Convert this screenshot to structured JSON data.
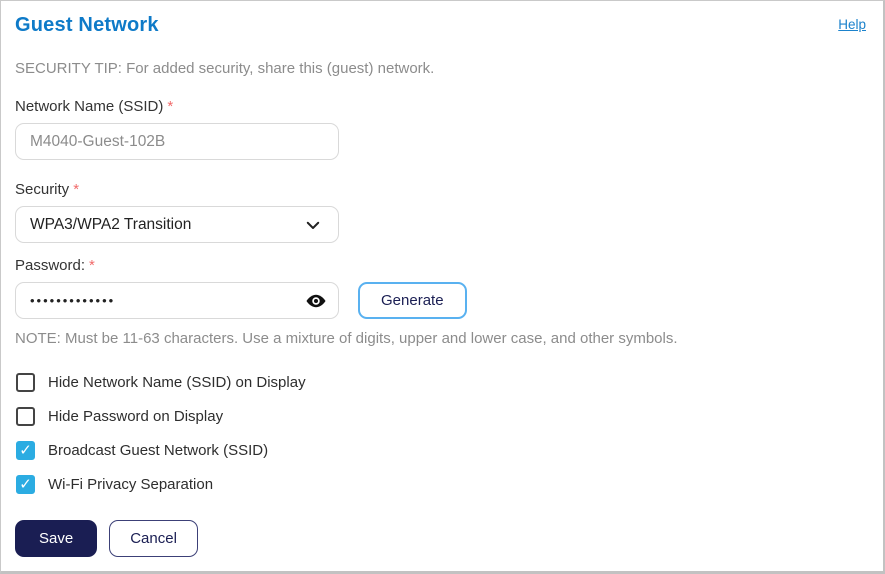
{
  "colors": {
    "title_blue": "#0e7ac8",
    "link_blue": "#1b82cc",
    "required_red": "#f16a6a",
    "checkbox_blue": "#2bace2",
    "navy": "#1a1e53",
    "generate_border_blue": "#59b1f0",
    "muted_gray": "#8c8c8c"
  },
  "header": {
    "title": "Guest Network",
    "help_label": "Help"
  },
  "tip": "SECURITY TIP: For added security, share this (guest) network.",
  "fields": {
    "ssid": {
      "label": "Network Name (SSID)",
      "required_mark": "*",
      "value": "M4040-Guest-102B"
    },
    "security": {
      "label": "Security",
      "required_mark": "*",
      "selected_option": "WPA3/WPA2 Transition"
    },
    "password": {
      "label": "Password:",
      "required_mark": "*",
      "masked_value": "•••••••••••••",
      "generate_label": "Generate"
    }
  },
  "note": "NOTE: Must be 11-63 characters. Use a mixture of digits, upper and lower case, and other symbols.",
  "checkboxes": [
    {
      "label": "Hide Network Name (SSID) on Display",
      "checked": false
    },
    {
      "label": "Hide Password on Display",
      "checked": false
    },
    {
      "label": "Broadcast Guest Network (SSID)",
      "checked": true
    },
    {
      "label": "Wi-Fi Privacy Separation",
      "checked": true
    }
  ],
  "actions": {
    "save_label": "Save",
    "cancel_label": "Cancel"
  }
}
